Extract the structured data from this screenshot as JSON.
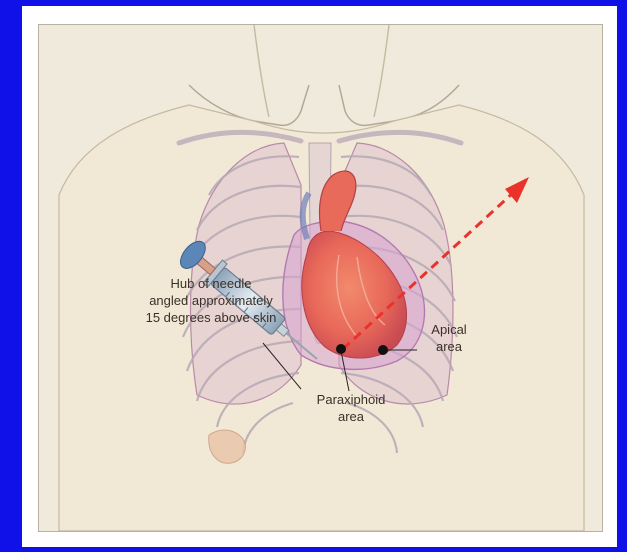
{
  "labels": {
    "hub_line1": "Hub of needle",
    "hub_line2": "angled approximately",
    "hub_line3": "15 degrees above skin",
    "paraxiphoid_line1": "Paraxiphoid",
    "paraxiphoid_line2": "area",
    "apical_line1": "Apical",
    "apical_line2": "area"
  },
  "colors": {
    "frame": "#1010e8",
    "background": "#efeadb",
    "heart": "#e8685a",
    "pericardium": "#c98bb8",
    "arrow": "#e8322a"
  },
  "icons": {
    "syringe": "syringe-icon",
    "arrow": "dashed-arrow-icon"
  }
}
